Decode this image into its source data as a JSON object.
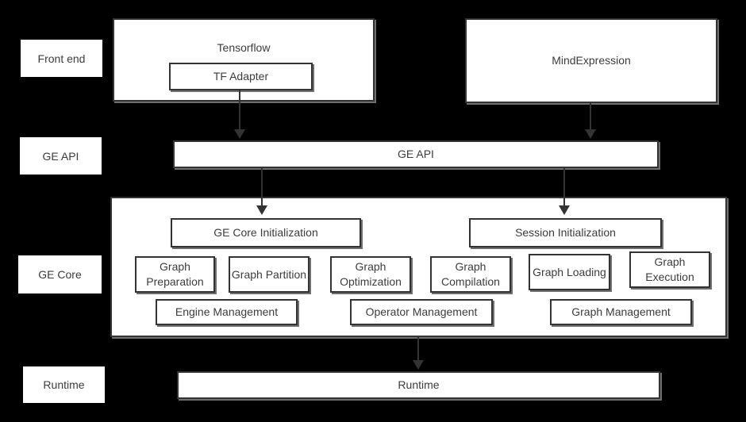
{
  "side_labels": {
    "front_end": "Front end",
    "ge_api": "GE API",
    "ge_core": "GE Core",
    "runtime": "Runtime"
  },
  "boxes": {
    "tensorflow": "Tensorflow",
    "tf_adapter": "TF Adapter",
    "mind_expression": "MindExpression",
    "ge_api": "GE API",
    "ge_core_initialization": "GE Core Initialization",
    "session_initialization": "Session Initialization",
    "graph_preparation": "Graph Preparation",
    "graph_partition": "Graph Partition",
    "graph_optimization": "Graph Optimization",
    "graph_compilation": "Graph Compilation",
    "graph_loading": "Graph Loading",
    "graph_execution": "Graph Execution",
    "engine_management": "Engine Management",
    "operator_management": "Operator Management",
    "graph_management": "Graph Management",
    "runtime": "Runtime"
  },
  "colors": {
    "background": "#000000",
    "box_fill": "#ffffff",
    "border": "#333333",
    "text": "#3c3c3c",
    "shadow": "#6f6f6f",
    "arrow": "#333333"
  }
}
